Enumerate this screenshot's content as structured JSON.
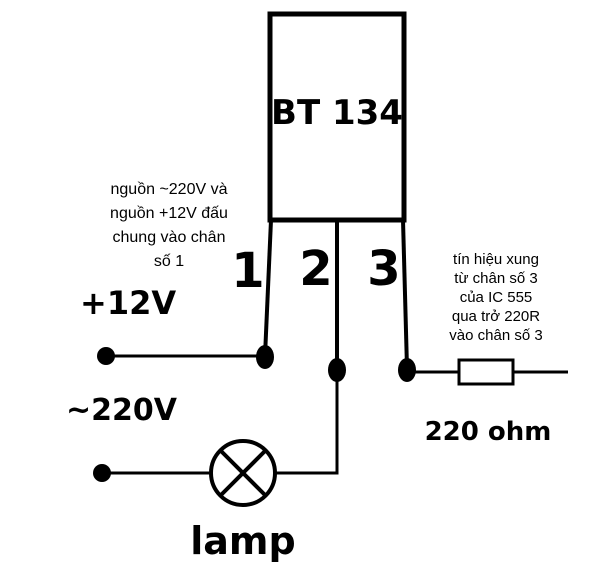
{
  "component": {
    "name": "BT 134"
  },
  "pins": {
    "pin1": "1",
    "pin2": "2",
    "pin3": "3"
  },
  "notes": {
    "common_lines": [
      "nguồn ~220V và",
      "nguồn +12V đấu",
      "chung vào chân",
      "số 1"
    ],
    "signal_lines": [
      "tín hiệu xung",
      "từ chân số 3",
      "của IC 555",
      "qua trở 220R",
      "vào chân số 3"
    ]
  },
  "labels": {
    "v12": "+12V",
    "v220": "~220V",
    "resistor": "220 ohm",
    "lamp": "lamp"
  },
  "colors": {
    "ink": "#000000",
    "background": "#ffffff"
  }
}
